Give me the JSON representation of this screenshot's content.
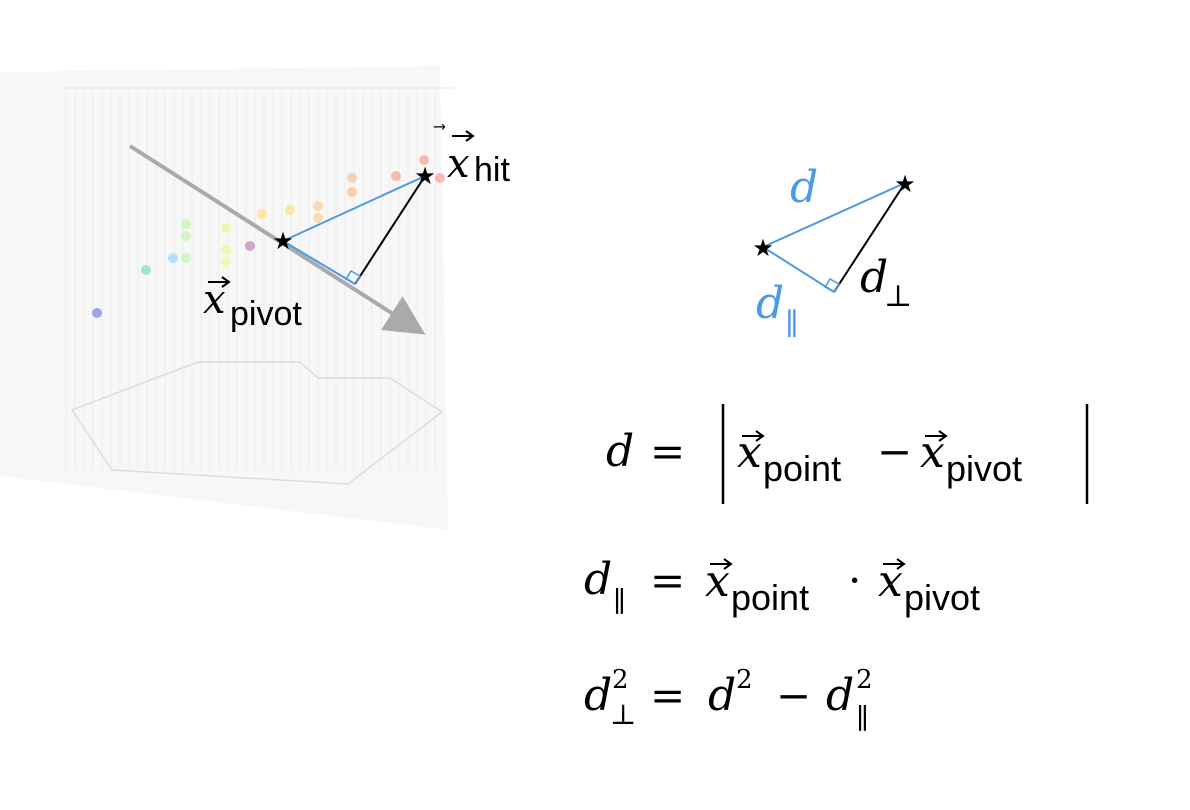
{
  "labels": {
    "x_symbol": "x",
    "hit_sub": "hit",
    "pivot_sub": "pivot",
    "point_sub": "point",
    "d": "d",
    "d_par_base": "d",
    "d_perp_base": "d",
    "par_sub": "∥",
    "perp_sub": "⊥",
    "star": "★"
  },
  "equations": {
    "eq1_lhs": "d",
    "eq_sign": "=",
    "minus": "−",
    "dot": "·",
    "sq": "2"
  },
  "colors": {
    "blue": "#4a9be3",
    "black": "#000000",
    "arrow_gray": "#aaaaaa",
    "panel_bg": "#f8f8f8"
  },
  "scatter_points": [
    {
      "color": "#7b8be8"
    },
    {
      "color": "#7fe3c6"
    },
    {
      "color": "#9fd7ff"
    },
    {
      "color": "#c6f5b0"
    },
    {
      "color": "#c6f5b0"
    },
    {
      "color": "#c6f5b0"
    },
    {
      "color": "#e7f7a3"
    },
    {
      "color": "#e7f7a3"
    },
    {
      "color": "#f2f7a3"
    },
    {
      "color": "#c987c0"
    },
    {
      "color": "#fbe08a"
    },
    {
      "color": "#fbe08a"
    },
    {
      "color": "#fbd39a"
    },
    {
      "color": "#fbd39a"
    },
    {
      "color": "#f9c29a"
    },
    {
      "color": "#f9c29a"
    },
    {
      "color": "#f7a69a"
    },
    {
      "color": "#f7a69a"
    },
    {
      "color": "#f7a69a"
    }
  ]
}
